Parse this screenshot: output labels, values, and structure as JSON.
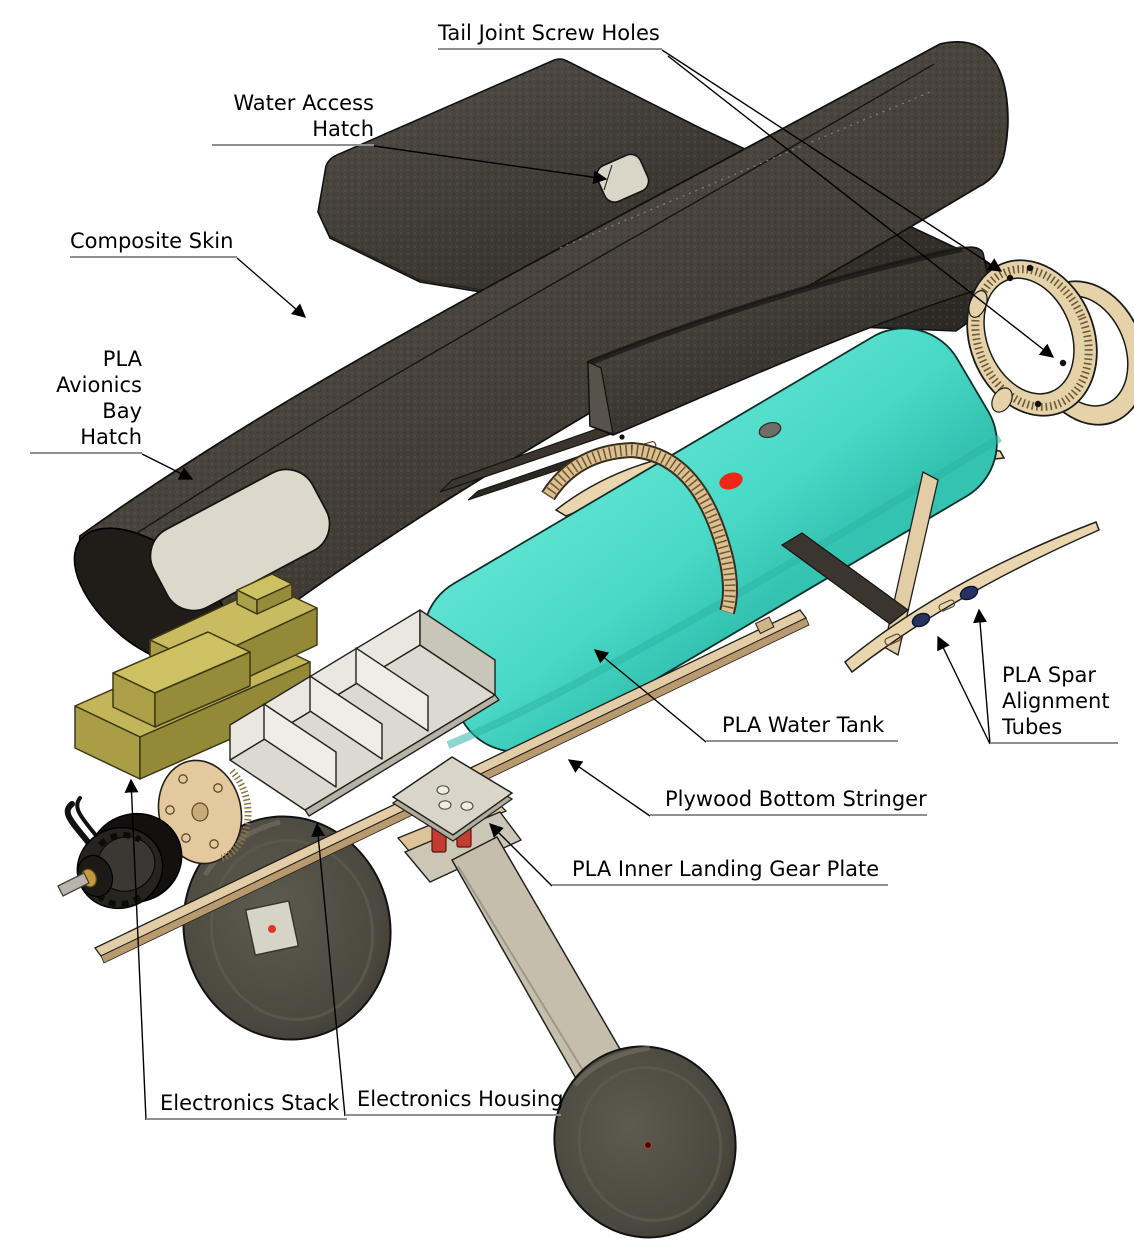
{
  "diagram": {
    "labels": {
      "tail_joint_screw_holes": {
        "text": "Tail Joint Screw Holes"
      },
      "water_access_hatch": {
        "lines": [
          "Water Access",
          "Hatch"
        ]
      },
      "composite_skin": {
        "text": "Composite Skin"
      },
      "pla_avionics_bay_hatch": {
        "lines": [
          "PLA",
          "Avionics",
          "Bay",
          "Hatch"
        ]
      },
      "pla_spar_alignment_tubes": {
        "lines": [
          "PLA Spar",
          "Alignment",
          "Tubes"
        ]
      },
      "pla_water_tank": {
        "text": "PLA Water Tank"
      },
      "plywood_bottom_stringer": {
        "text": "Plywood Bottom Stringer"
      },
      "pla_inner_landing_gear_plate": {
        "text": "PLA Inner Landing Gear Plate"
      },
      "electronics_stack": {
        "text": "Electronics Stack"
      },
      "electronics_housing": {
        "text": "Electronics Housing"
      }
    },
    "palette": {
      "carbon_dark": "#2f2c27",
      "carbon_mid": "#4a463e",
      "carbon_light": "#6b655b",
      "water_tank_teal": "#49d8c6",
      "plywood_light": "#e8d3ac",
      "plywood_mid": "#d9bd8f",
      "pla_gray": "#dcdad0",
      "electronics_yellow": "#c3b65a",
      "accent_red": "#e42d1f",
      "spar_tube_blue": "#27335f",
      "wheel_gray": "#4e4b42",
      "leader_line": "#000000",
      "underline_gray": "#8f8f8f"
    }
  }
}
